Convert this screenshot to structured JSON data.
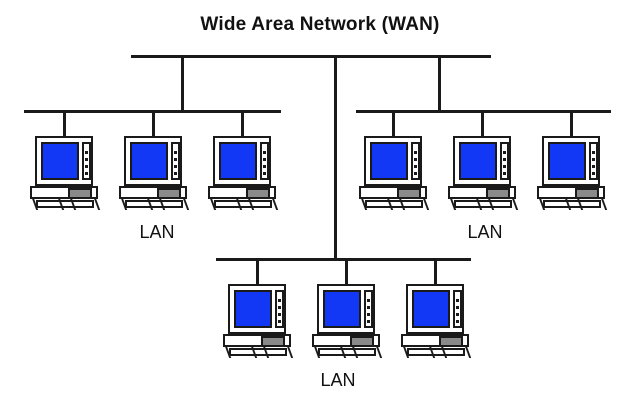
{
  "diagram": {
    "title": "Wide Area Network (WAN)",
    "background_color": "#ffffff",
    "line_color": "#1a1a1a",
    "screen_color": "#1338f5",
    "cpu_color": "#8a8a8a",
    "type": "network-topology"
  },
  "labels": {
    "lan_left": "LAN",
    "lan_right": "LAN",
    "lan_bottom": "LAN"
  },
  "segments": [
    {
      "id": "lan-left",
      "label": "LAN",
      "node_count": 3,
      "nodes": [
        "computer",
        "computer",
        "computer"
      ]
    },
    {
      "id": "lan-right",
      "label": "LAN",
      "node_count": 3,
      "nodes": [
        "computer",
        "computer",
        "computer"
      ]
    },
    {
      "id": "lan-bottom",
      "label": "LAN",
      "node_count": 3,
      "nodes": [
        "computer",
        "computer",
        "computer"
      ]
    }
  ],
  "backbone": {
    "name": "wan-backbone",
    "connected_segments": [
      "lan-left",
      "lan-bottom",
      "lan-right"
    ]
  }
}
